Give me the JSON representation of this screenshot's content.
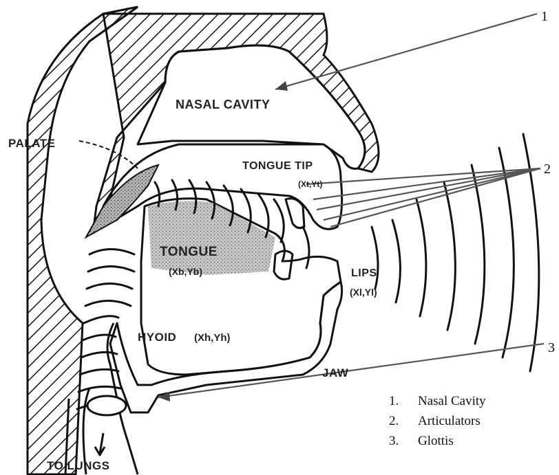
{
  "labels": {
    "nasal_cavity": "NASAL CAVITY",
    "palate": "PALATE",
    "tongue_tip": "TONGUE TIP",
    "tongue_tip_coord": "(Xt,Yt)",
    "tongue": "TONGUE",
    "tongue_coord": "(Xb,Yb)",
    "lips": "LIPS",
    "lips_coord": "(Xl,Yl)",
    "hyoid": "HYOID",
    "hyoid_coord": "(Xh,Yh)",
    "jaw": "JAW",
    "to_lungs": "TO LUNGS"
  },
  "callouts": {
    "one": "1",
    "two": "2",
    "three": "3"
  },
  "legend": [
    {
      "num": "1.",
      "text": "Nasal Cavity"
    },
    {
      "num": "2.",
      "text": "Articulators"
    },
    {
      "num": "3.",
      "text": "Glottis"
    }
  ]
}
